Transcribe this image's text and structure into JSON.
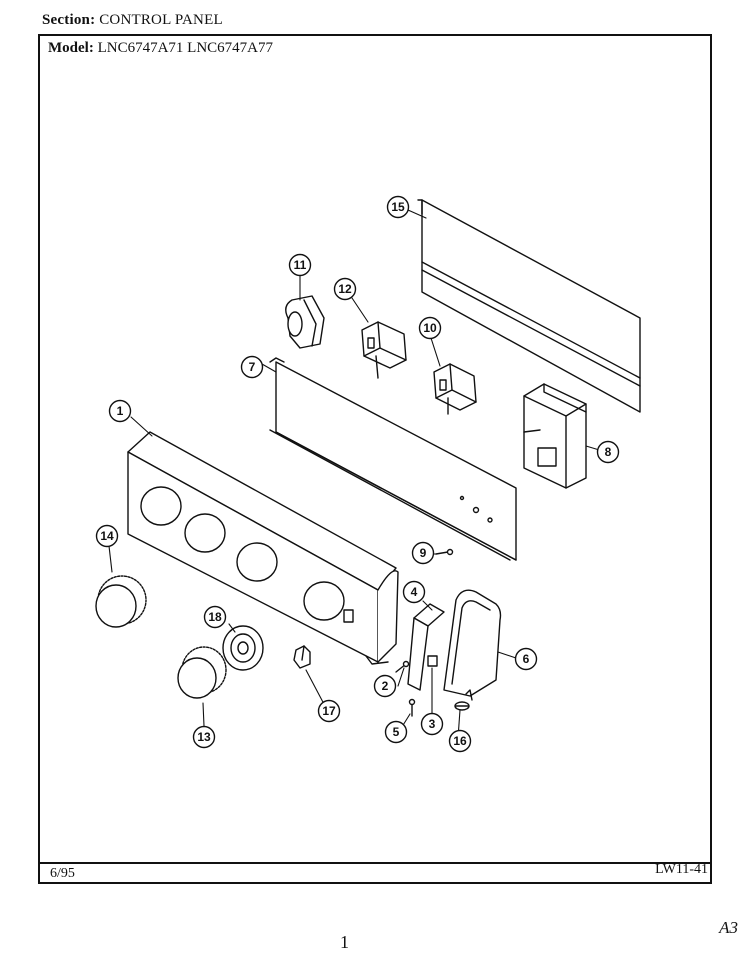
{
  "header": {
    "section_label": "Section:",
    "section_value": "CONTROL PANEL",
    "model_label": "Model:",
    "model_value": "LNC6747A71  LNC6747A77"
  },
  "footer": {
    "date": "6/95",
    "code": "LW11-41",
    "page_mark": "1",
    "corner_mark": "A3"
  },
  "callouts": [
    {
      "num": "1"
    },
    {
      "num": "2"
    },
    {
      "num": "3"
    },
    {
      "num": "4"
    },
    {
      "num": "5"
    },
    {
      "num": "6"
    },
    {
      "num": "7"
    },
    {
      "num": "8"
    },
    {
      "num": "9"
    },
    {
      "num": "10"
    },
    {
      "num": "11"
    },
    {
      "num": "12"
    },
    {
      "num": "13"
    },
    {
      "num": "14"
    },
    {
      "num": "15"
    },
    {
      "num": "16"
    },
    {
      "num": "17"
    },
    {
      "num": "18"
    }
  ]
}
